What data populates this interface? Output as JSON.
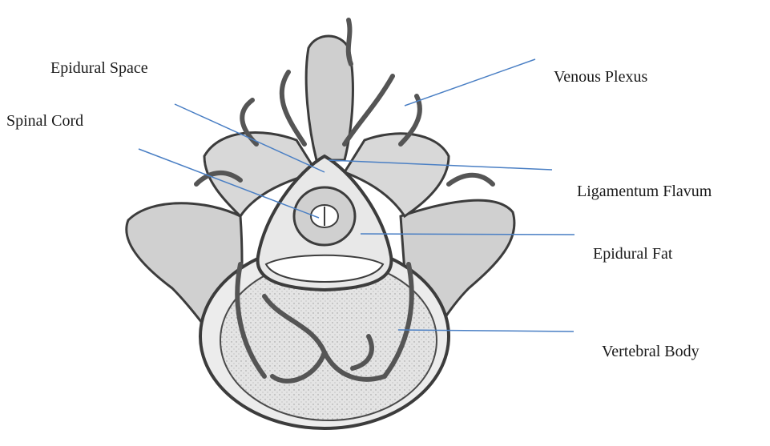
{
  "labels": {
    "epidural_space": "Epidural Space",
    "spinal_cord": "Spinal Cord",
    "venous_plexus": "Venous Plexus",
    "ligamentum_flavum": "Ligamentum Flavum",
    "epidural_fat": "Epidural Fat",
    "vertebral_body": "Vertebral Body"
  },
  "colors": {
    "leader_line": "#4a7fc4",
    "ink": "#3c3c3c",
    "bone_fill": "#d6d6d6",
    "vein_fill": "#5a5a5a"
  }
}
